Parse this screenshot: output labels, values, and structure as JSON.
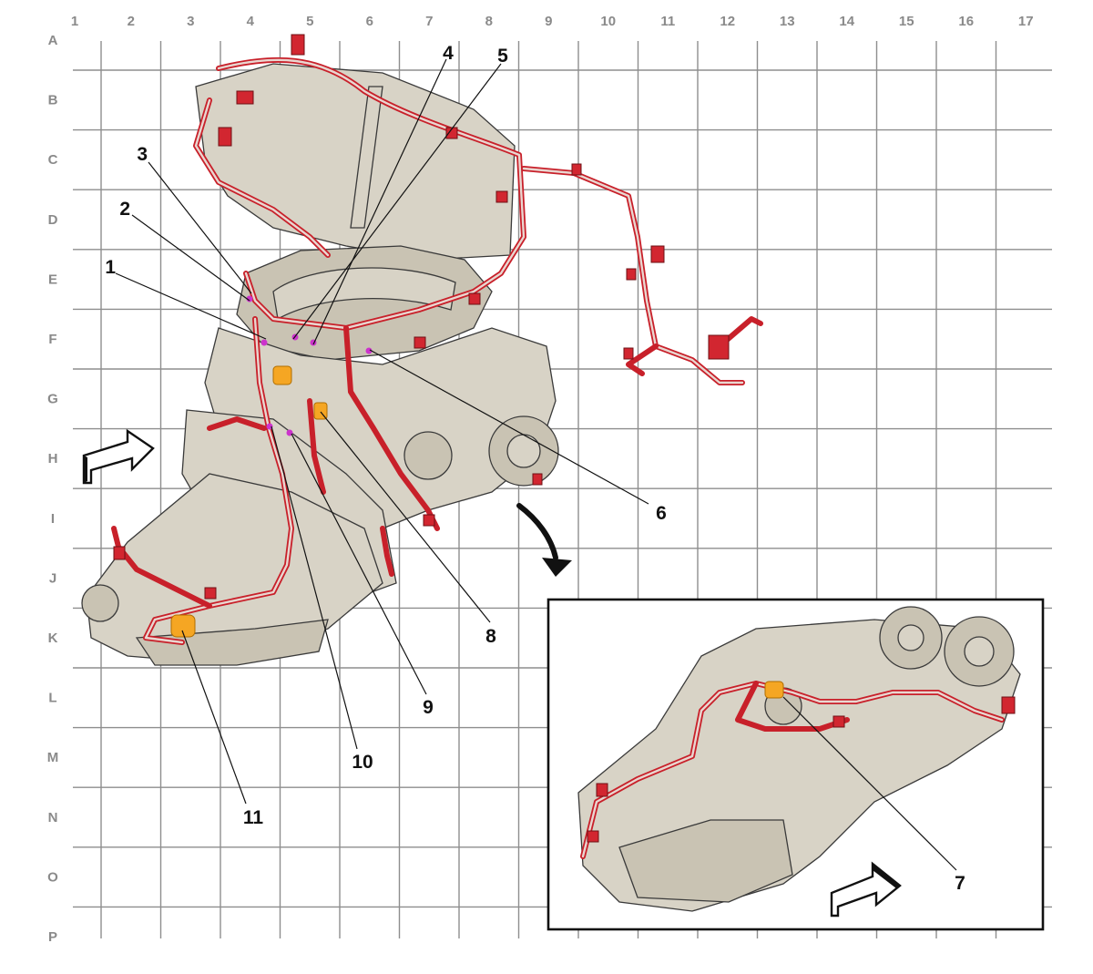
{
  "grid": {
    "columns": [
      "1",
      "2",
      "3",
      "4",
      "5",
      "6",
      "7",
      "8",
      "9",
      "10",
      "11",
      "12",
      "13",
      "14",
      "15",
      "16",
      "17"
    ],
    "rows": [
      "A",
      "B",
      "C",
      "D",
      "E",
      "F",
      "G",
      "H",
      "I",
      "J",
      "K",
      "L",
      "M",
      "N",
      "O",
      "P"
    ]
  },
  "callouts": [
    "1",
    "2",
    "3",
    "4",
    "5",
    "6",
    "7",
    "8",
    "9",
    "10",
    "11"
  ],
  "colors": {
    "harness": "#c8202a",
    "component_fill": "#d8d3c6",
    "grid": "#8e8e8e",
    "highlight": "#f5a623",
    "pin": "#cc33cc",
    "label_gray": "#8a8a8a"
  },
  "icons": [
    "direction-arrow-icon",
    "rotate-view-arrow-icon",
    "inset-direction-arrow-icon"
  ]
}
